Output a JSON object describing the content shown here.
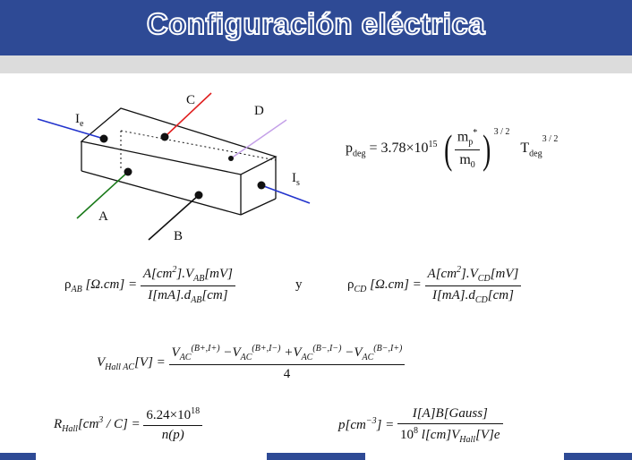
{
  "header": {
    "title": "Configuración eléctrica"
  },
  "diagram": {
    "labels": {
      "c": "C",
      "d": "D",
      "ie": "I",
      "ie_sub": "e",
      "is": "I",
      "is_sub": "s",
      "a": "A",
      "b": "B"
    },
    "colors": {
      "current": "#2233cc",
      "c": "#e02020",
      "d": "#c4a0e8",
      "a": "#1a7a1a",
      "b": "#111111"
    }
  },
  "formulas": {
    "pdeg": {
      "lhs": "p",
      "lhs_sub": "deg",
      "eq": "= 3.78×10",
      "exp": "15",
      "mnum": "m",
      "mnum_sub": "p",
      "mnum_sup": "*",
      "mden": "m",
      "mden_sub": "0",
      "pow": "3 / 2",
      "t": "T",
      "t_sub": "deg",
      "t_pow": "3 / 2"
    },
    "rho_ab": {
      "lhs": "ρ",
      "lhs_sub": "AB",
      "units": "[Ω.cm] =",
      "num": "A[cm",
      "num_sup": "2",
      "num2": "].V",
      "num_sub": "AB",
      "num3": "[mV]",
      "den": "I[mA].d",
      "den_sub": "AB",
      "den2": "[cm]"
    },
    "connector": "y",
    "rho_cd": {
      "lhs": "ρ",
      "lhs_sub": "CD",
      "units": "[Ω.cm] =",
      "num": "A[cm",
      "num_sup": "2",
      "num2": "].V",
      "num_sub": "CD",
      "num3": "[mV]",
      "den": "I[mA].d",
      "den_sub": "CD",
      "den2": "[cm]"
    },
    "vhall": {
      "lhs": "V",
      "lhs_sub": "Hall AC",
      "units": "[V] =",
      "t1": "V",
      "t1_sub": "AC",
      "t1_sup": "(B+,I+)",
      "op1": "−V",
      "t2_sub": "AC",
      "t2_sup": "(B+,I−)",
      "op2": "+V",
      "t3_sub": "AC",
      "t3_sup": "(B−,I−)",
      "op3": "−V",
      "t4_sub": "AC",
      "t4_sup": "(B−,I+)",
      "den": "4"
    },
    "rhall": {
      "lhs": "R",
      "lhs_sub": "Hall",
      "units": "[cm",
      "units_sup": "3",
      "units2": " / C] =",
      "num": "6.24×10",
      "num_sup": "18",
      "den": "n(p)"
    },
    "pcm": {
      "lhs": "p[cm",
      "lhs_sup": "−3",
      "lhs2": "] =",
      "num": "I[A]B[Gauss]",
      "den": "10",
      "den_sup": "8",
      "den2": " l[cm]V",
      "den_sub": "Hall",
      "den3": "[V]e"
    }
  }
}
